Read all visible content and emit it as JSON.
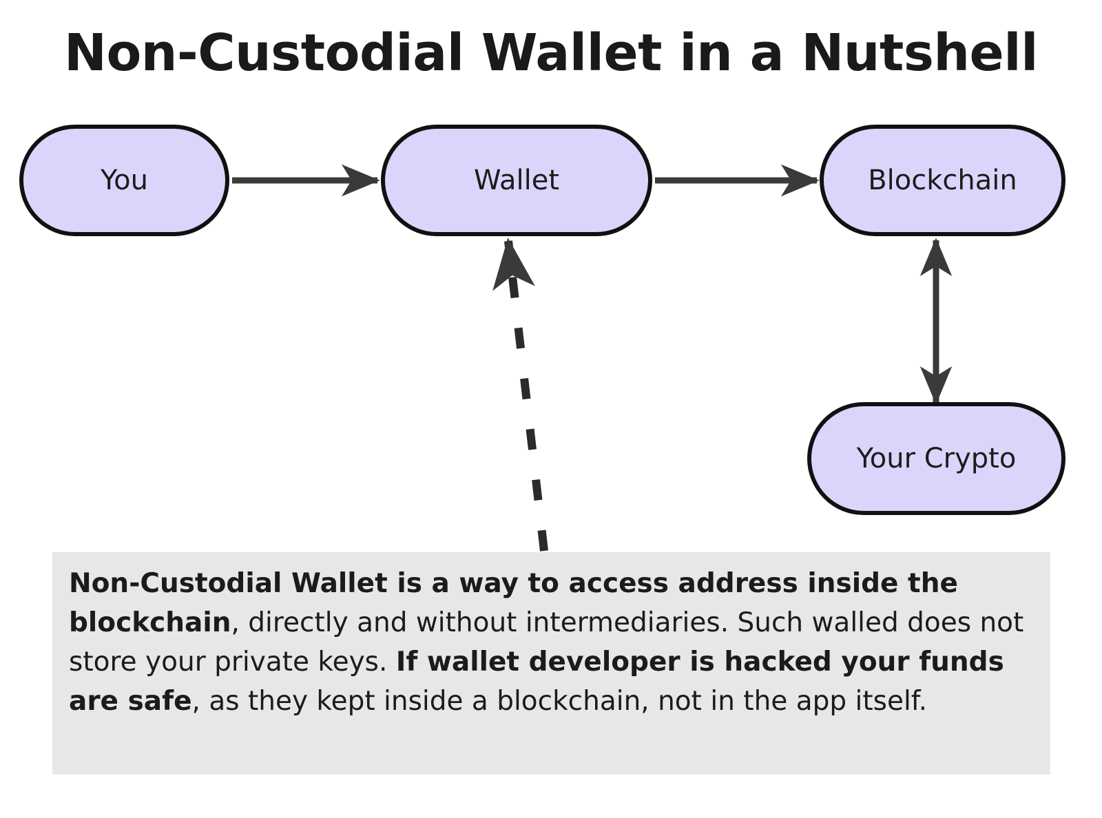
{
  "title": "Non-Custodial Wallet in a Nutshell",
  "theme": {
    "background": "#ffffff",
    "node_fill": "#dcd5fb",
    "node_border": "#111111",
    "edge_color": "#3a3a3a",
    "callout_background": "#e7e7e7",
    "text_color": "#1b1b1b"
  },
  "nodes": [
    {
      "id": "you",
      "label": "You"
    },
    {
      "id": "wallet",
      "label": "Wallet"
    },
    {
      "id": "blockchain",
      "label": "Blockchain"
    },
    {
      "id": "crypto",
      "label": "Your Crypto"
    }
  ],
  "edges": [
    {
      "from": "you",
      "to": "wallet",
      "style": "solid",
      "direction": "forward"
    },
    {
      "from": "wallet",
      "to": "blockchain",
      "style": "solid",
      "direction": "forward"
    },
    {
      "from": "blockchain",
      "to": "crypto",
      "style": "solid",
      "direction": "both"
    },
    {
      "from": "callout",
      "to": "wallet",
      "style": "dashed",
      "direction": "forward"
    }
  ],
  "callout": {
    "segments": [
      {
        "text": "Non-Custodial Wallet is a way to access address inside the blockchain",
        "bold": true
      },
      {
        "text": ", directly and without intermediaries. Such walled does not store your private keys. ",
        "bold": false
      },
      {
        "text": "If wallet developer is hacked your funds are safe",
        "bold": true
      },
      {
        "text": ", as they kept inside a blockchain, not in the app itself.",
        "bold": false
      }
    ]
  }
}
